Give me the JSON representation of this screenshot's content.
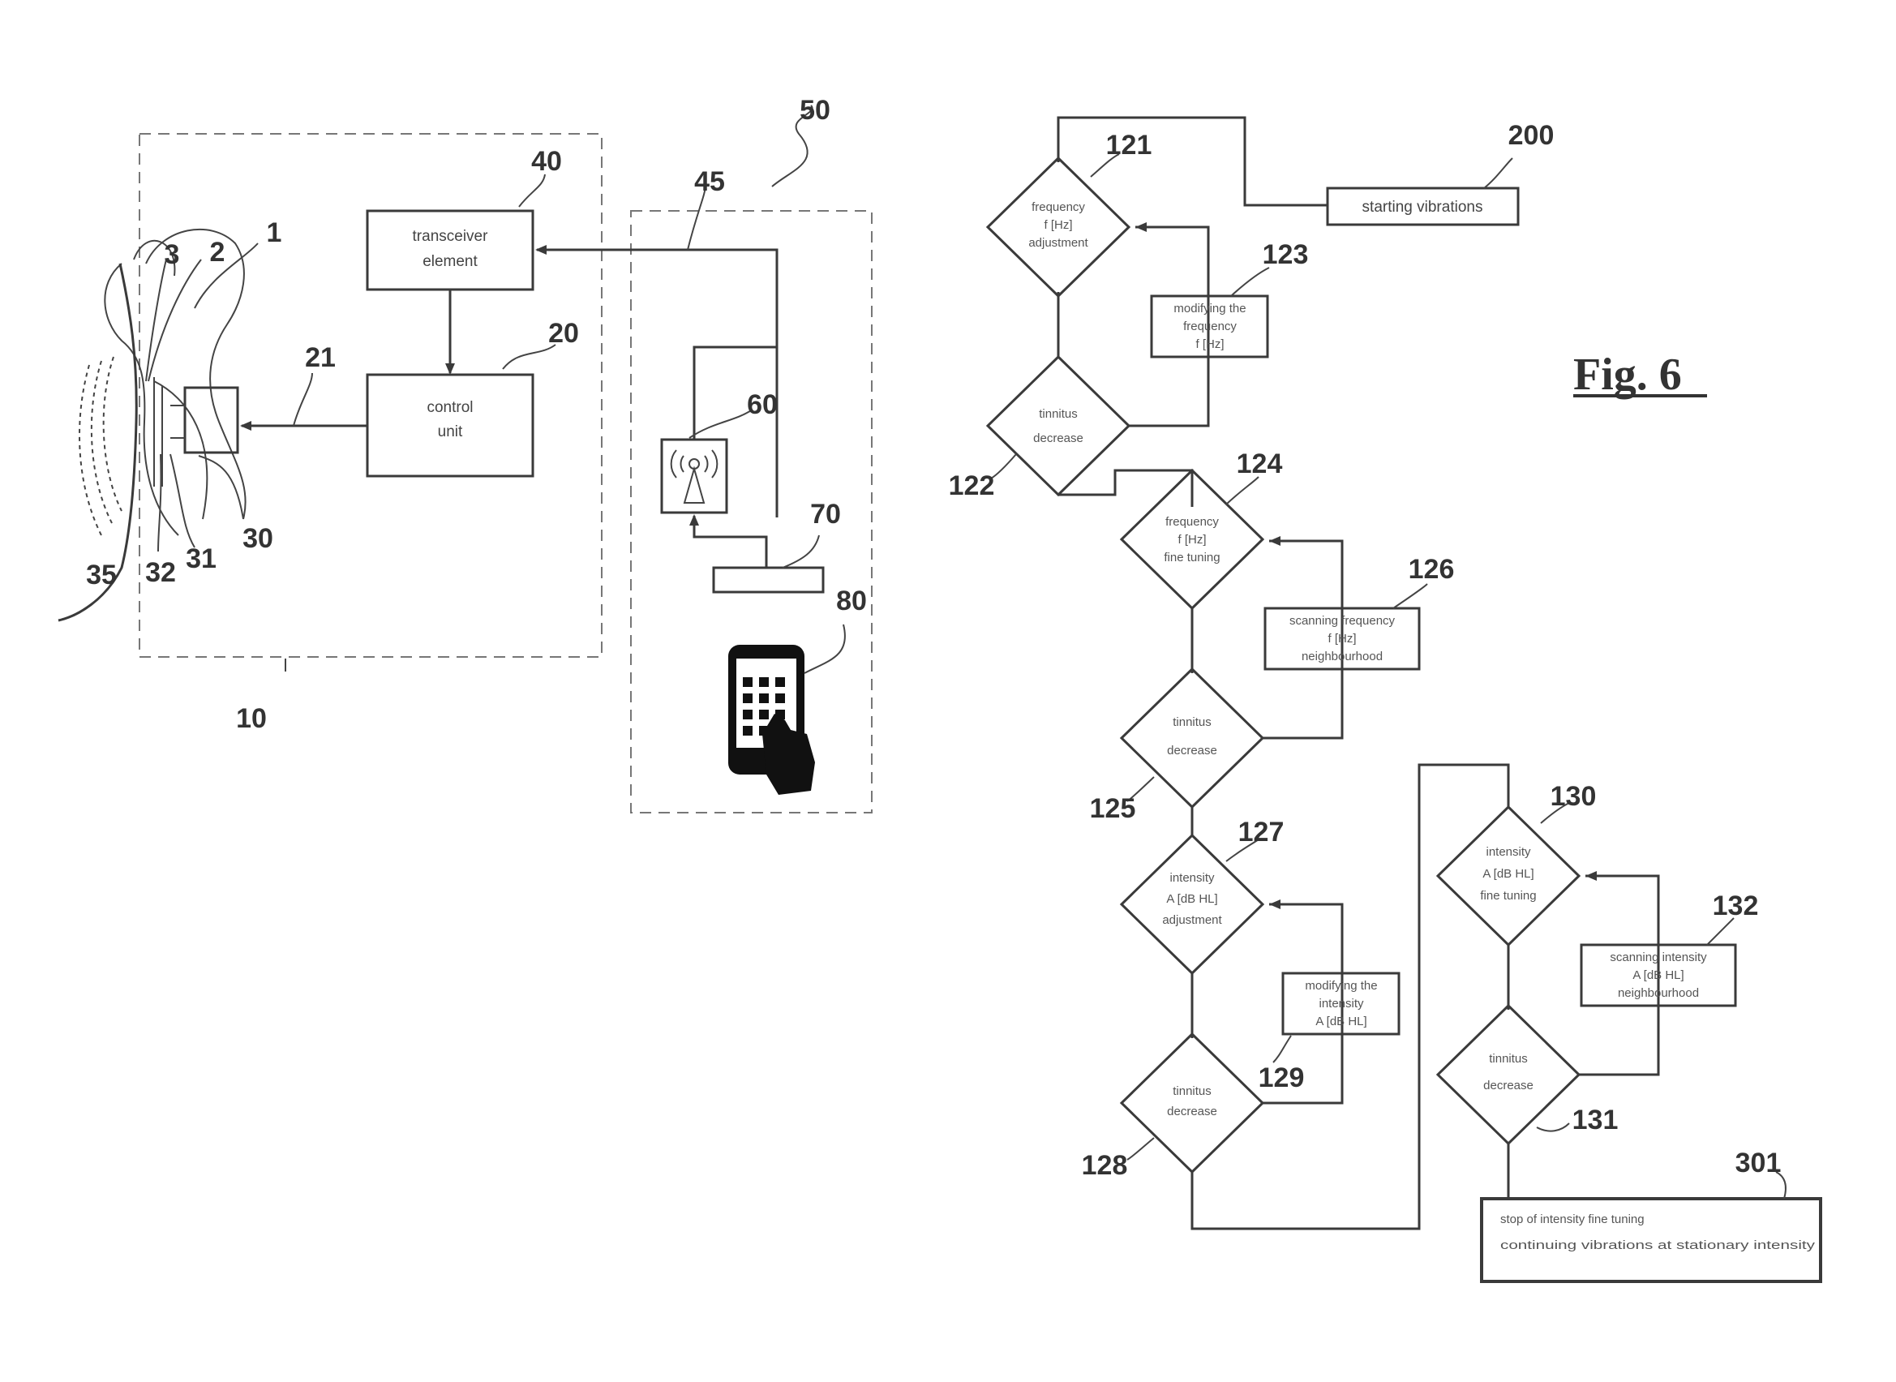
{
  "figure_label": "Fig. 6",
  "device": {
    "labels": {
      "n1": "1",
      "n2": "2",
      "n3": "3",
      "n10": "10",
      "n20": "20",
      "n21": "21",
      "n30": "30",
      "n31": "31",
      "n32": "32",
      "n35": "35",
      "n40": "40",
      "n45": "45",
      "n50": "50",
      "n60": "60",
      "n70": "70",
      "n80": "80"
    },
    "transceiver": [
      "transceiver",
      "element"
    ],
    "control_unit": [
      "control",
      "unit"
    ]
  },
  "flow": {
    "labels": {
      "n121": "121",
      "n122": "122",
      "n123": "123",
      "n124": "124",
      "n125": "125",
      "n126": "126",
      "n127": "127",
      "n128": "128",
      "n129": "129",
      "n130": "130",
      "n131": "131",
      "n132": "132",
      "n200": "200",
      "n301": "301"
    },
    "start": "starting vibrations",
    "d121": [
      "frequency",
      "f [Hz]",
      "adjustment"
    ],
    "b123": [
      "modifying the",
      "frequency",
      "f [Hz]"
    ],
    "d122": [
      "tinnitus",
      "decrease"
    ],
    "d124": [
      "frequency",
      "f [Hz]",
      "fine tuning"
    ],
    "b126": [
      "scanning frequency",
      "f [Hz]",
      "neighbourhood"
    ],
    "d125": [
      "tinnitus",
      "decrease"
    ],
    "d127": [
      "intensity",
      "A [dB HL]",
      "adjustment"
    ],
    "b129": [
      "modifying the",
      "intensity",
      "A [dB HL]"
    ],
    "d128": [
      "tinnitus",
      "decrease"
    ],
    "d130": [
      "intensity",
      "A [dB HL]",
      "fine tuning"
    ],
    "b132": [
      "scanning intensity",
      "A [dB HL]",
      "neighbourhood"
    ],
    "d131": [
      "tinnitus",
      "decrease"
    ],
    "end": [
      "stop of intensity fine tuning",
      "continuing vibrations at stationary intensity"
    ]
  }
}
